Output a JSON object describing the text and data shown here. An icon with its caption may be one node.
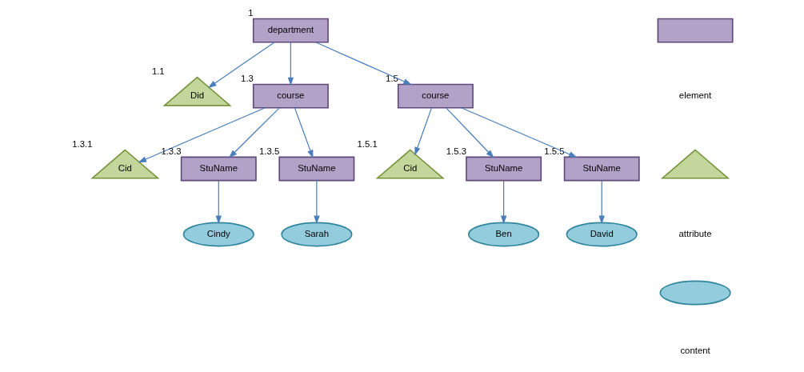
{
  "diagram": {
    "nodes": [
      {
        "text": [
          "department"
        ],
        "beside": [
          "1"
        ]
      },
      {
        "text": [
          "Did"
        ],
        "beside": [
          "1.1"
        ]
      },
      {
        "text": [
          "course"
        ],
        "beside": [
          "1.3"
        ]
      },
      {
        "text": [
          "course"
        ],
        "beside": [
          "1.5"
        ]
      },
      {
        "text": [
          "Cid"
        ],
        "beside": [
          "1.3.1"
        ]
      },
      {
        "text": [
          "StuName"
        ],
        "beside": [
          "1.3.3"
        ]
      },
      {
        "text": [
          "StuName"
        ],
        "beside": [
          "1.3.5"
        ]
      },
      {
        "text": [
          "Cid"
        ],
        "beside": [
          "1.5.1"
        ]
      },
      {
        "text": [
          "StuName"
        ],
        "beside": [
          "1.5.3"
        ]
      },
      {
        "text": [
          "StuName"
        ],
        "beside": [
          "1.5.5"
        ]
      },
      {
        "text": [
          "Cindy"
        ]
      },
      {
        "text": [
          "Sarah"
        ]
      },
      {
        "text": [
          "Ben"
        ]
      },
      {
        "text": [
          "David"
        ]
      },
      {
        "text": [],
        "shape": "box"
      },
      {
        "text": [],
        "shape": "triangle"
      },
      {
        "text": [],
        "shape": "ellipse"
      }
    ],
    "edges": [
      {
        "from": 0,
        "to": 1,
        "arrow": "to"
      },
      {
        "from": 0,
        "to": 2,
        "arrow": "to"
      },
      {
        "from": 0,
        "to": 3,
        "arrow": "to"
      },
      {
        "from": 2,
        "to": 4,
        "arrow": "to"
      },
      {
        "from": 2,
        "to": 5,
        "arrow": "to"
      },
      {
        "from": 2,
        "to": 6,
        "arrow": "to"
      },
      {
        "from": 3,
        "to": 7,
        "arrow": "to"
      },
      {
        "from": 3,
        "to": 8,
        "arrow": "to"
      },
      {
        "from": 3,
        "to": 9,
        "arrow": "to"
      },
      {
        "from": 5,
        "to": 10,
        "arrow": "to"
      },
      {
        "from": 6,
        "to": 11,
        "arrow": "to"
      },
      {
        "from": 8,
        "to": 12,
        "arrow": "to"
      },
      {
        "from": 9,
        "to": 13,
        "arrow": "to"
      }
    ],
    "legend": [
      {
        "text": "element"
      },
      {
        "text": "attribute"
      },
      {
        "text": "content"
      }
    ]
  }
}
